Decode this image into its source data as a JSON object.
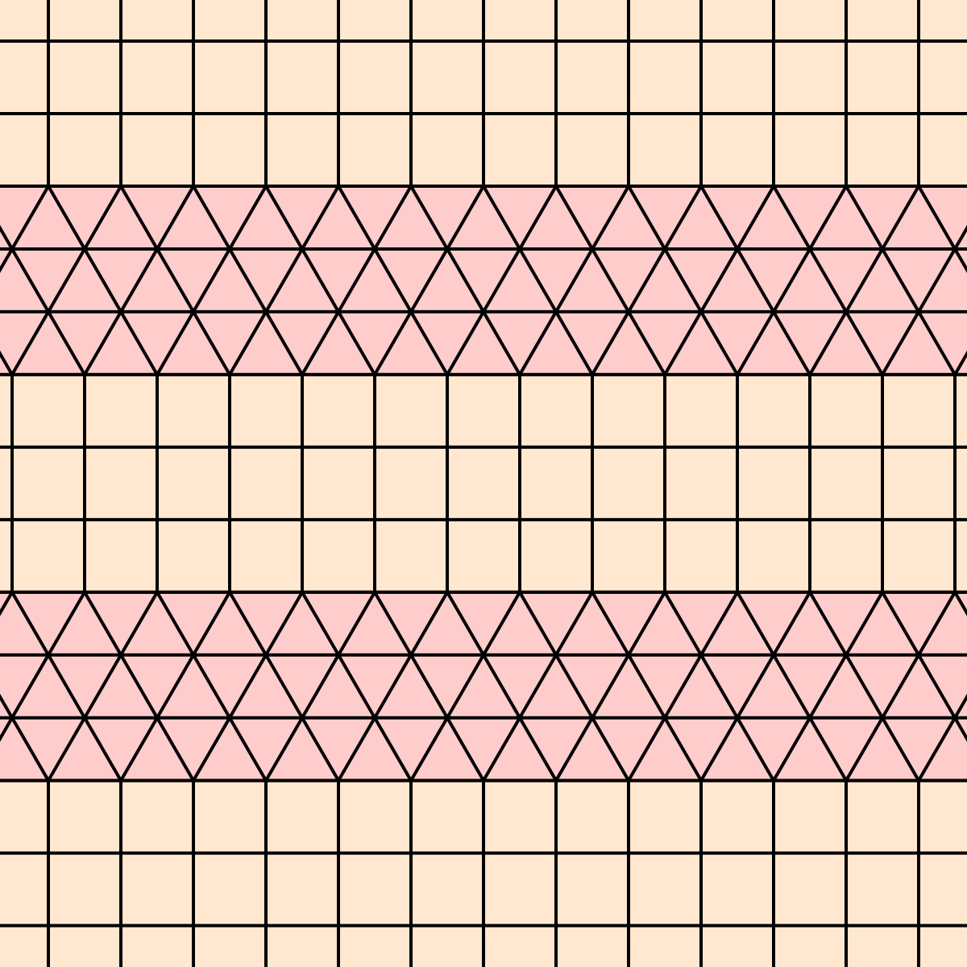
{
  "tiling": {
    "band_sequence": [
      "square",
      "triangle",
      "square",
      "triangle",
      "square"
    ],
    "band_rows": [
      3,
      3,
      3,
      3,
      3
    ],
    "colors": {
      "square_fill": "#ffe8cf",
      "triangle_fill": "#ffcccc",
      "edge": "#000000"
    }
  }
}
